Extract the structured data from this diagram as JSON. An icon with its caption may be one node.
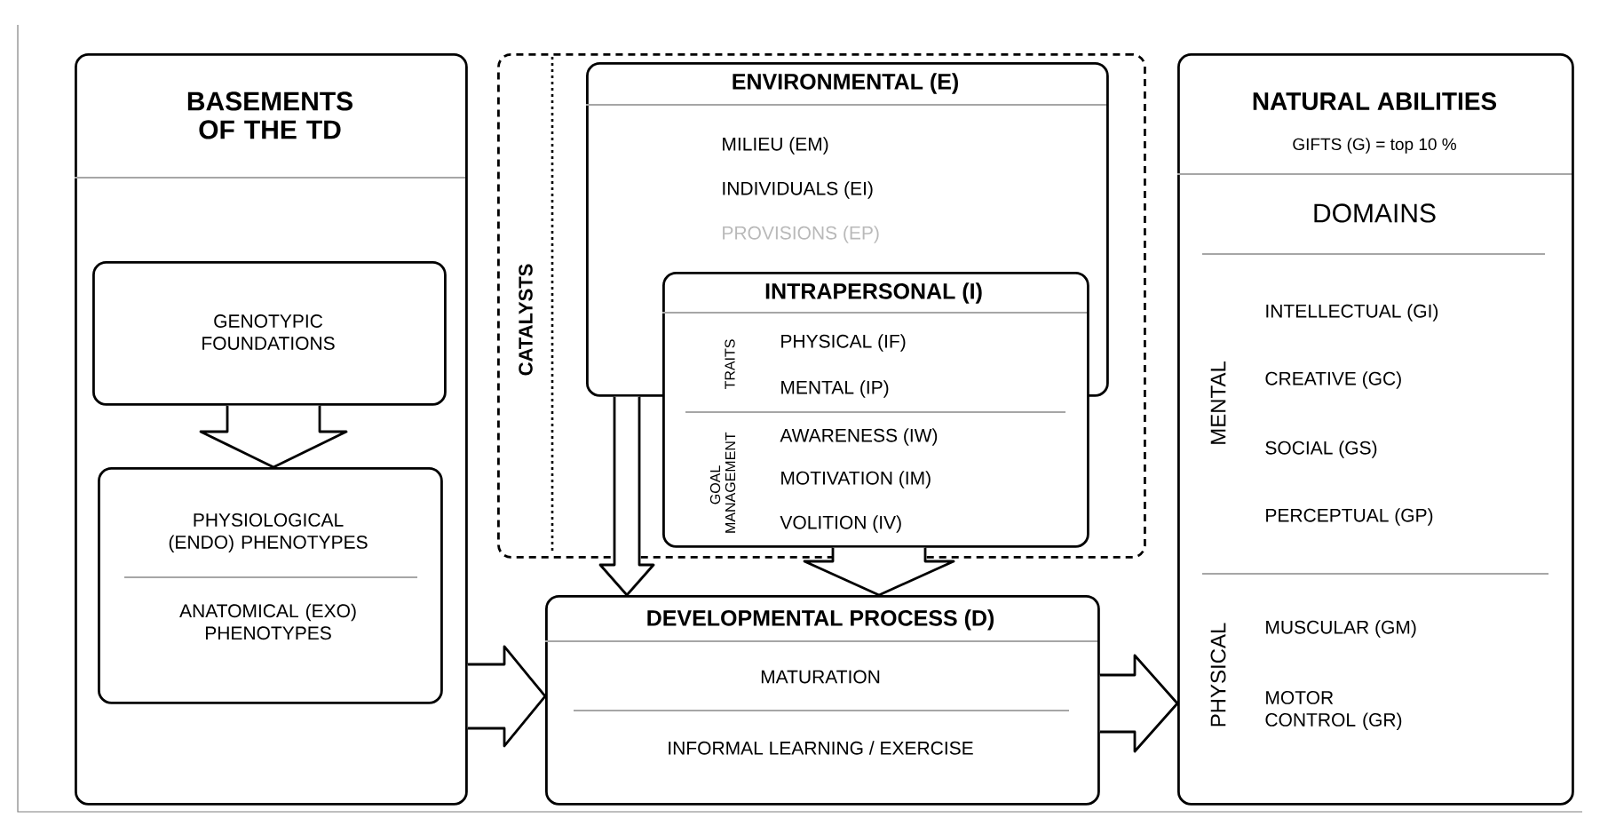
{
  "diagram": {
    "nodes": [
      {
        "text": [
          "BASEMENTS OF THE TD"
        ]
      },
      {
        "text": [
          "GENOTYPIC FOUNDATIONS"
        ],
        "in": 0
      },
      {
        "text": [
          "PHYSIOLOGICAL (ENDO) PHENOTYPES",
          "ANATOMICAL (EXO) PHENOTYPES"
        ],
        "in": 0
      },
      {
        "text": [
          "CATALYSTS"
        ]
      },
      {
        "text": [
          "ENVIRONMENTAL (E)",
          "MILIEU (EM)",
          "INDIVIDUALS (EI)",
          "PROVISIONS (EP)"
        ],
        "in": 3
      },
      {
        "text": [
          "INTRAPERSONAL (I)",
          "TRAITS",
          "PHYSICAL (IF)",
          "MENTAL (IP)",
          "GOAL MANAGEMENT",
          "AWARENESS (IW)",
          "MOTIVATION (IM)",
          "VOLITION (IV)"
        ],
        "in": 3
      },
      {
        "text": [
          "DEVELOPMENTAL PROCESS (D)",
          "MATURATION",
          "INFORMAL LEARNING / EXERCISE"
        ]
      },
      {
        "text": [
          "NATURAL ABILITIES",
          "GIFTS (G) = top 10 %",
          "DOMAINS",
          "MENTAL",
          "INTELLECTUAL (GI)",
          "CREATIVE (GC)",
          "SOCIAL (GS)",
          "PERCEPTUAL (GP)",
          "PHYSICAL",
          "MUSCULAR (GM)",
          "MOTOR CONTROL (GR)"
        ]
      }
    ],
    "edges": [
      {
        "from": 1,
        "to": 2,
        "arrow": "to"
      },
      {
        "from": 0,
        "to": 6,
        "arrow": "to"
      },
      {
        "from": 4,
        "to": 6,
        "arrow": "to"
      },
      {
        "from": 5,
        "to": 6,
        "arrow": "to"
      },
      {
        "from": 6,
        "to": 7,
        "arrow": "to"
      }
    ]
  }
}
